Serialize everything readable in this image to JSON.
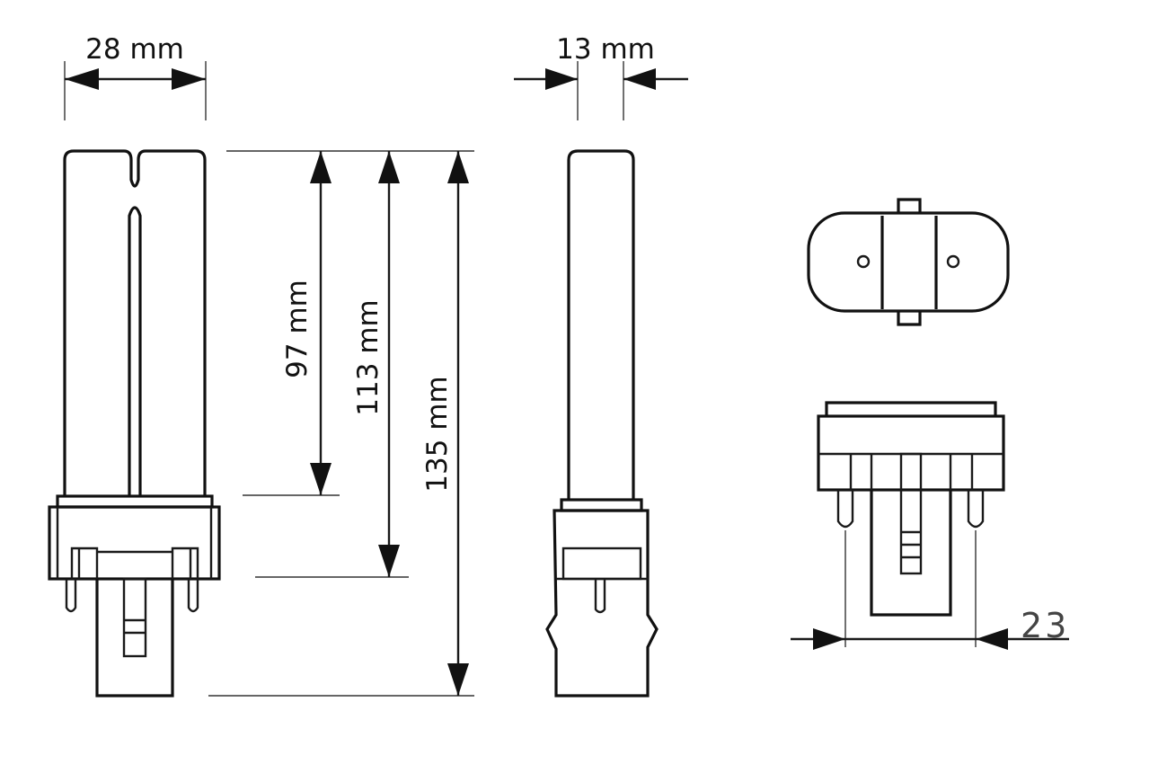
{
  "dimensions": {
    "width_lamp": "28 mm",
    "depth_lamp": "13 mm",
    "height_tube": "97 mm",
    "height_base": "113 mm",
    "height_total": "135 mm",
    "pin_spacing": "23"
  },
  "colors": {
    "stroke": "#111111",
    "background": "#ffffff"
  }
}
